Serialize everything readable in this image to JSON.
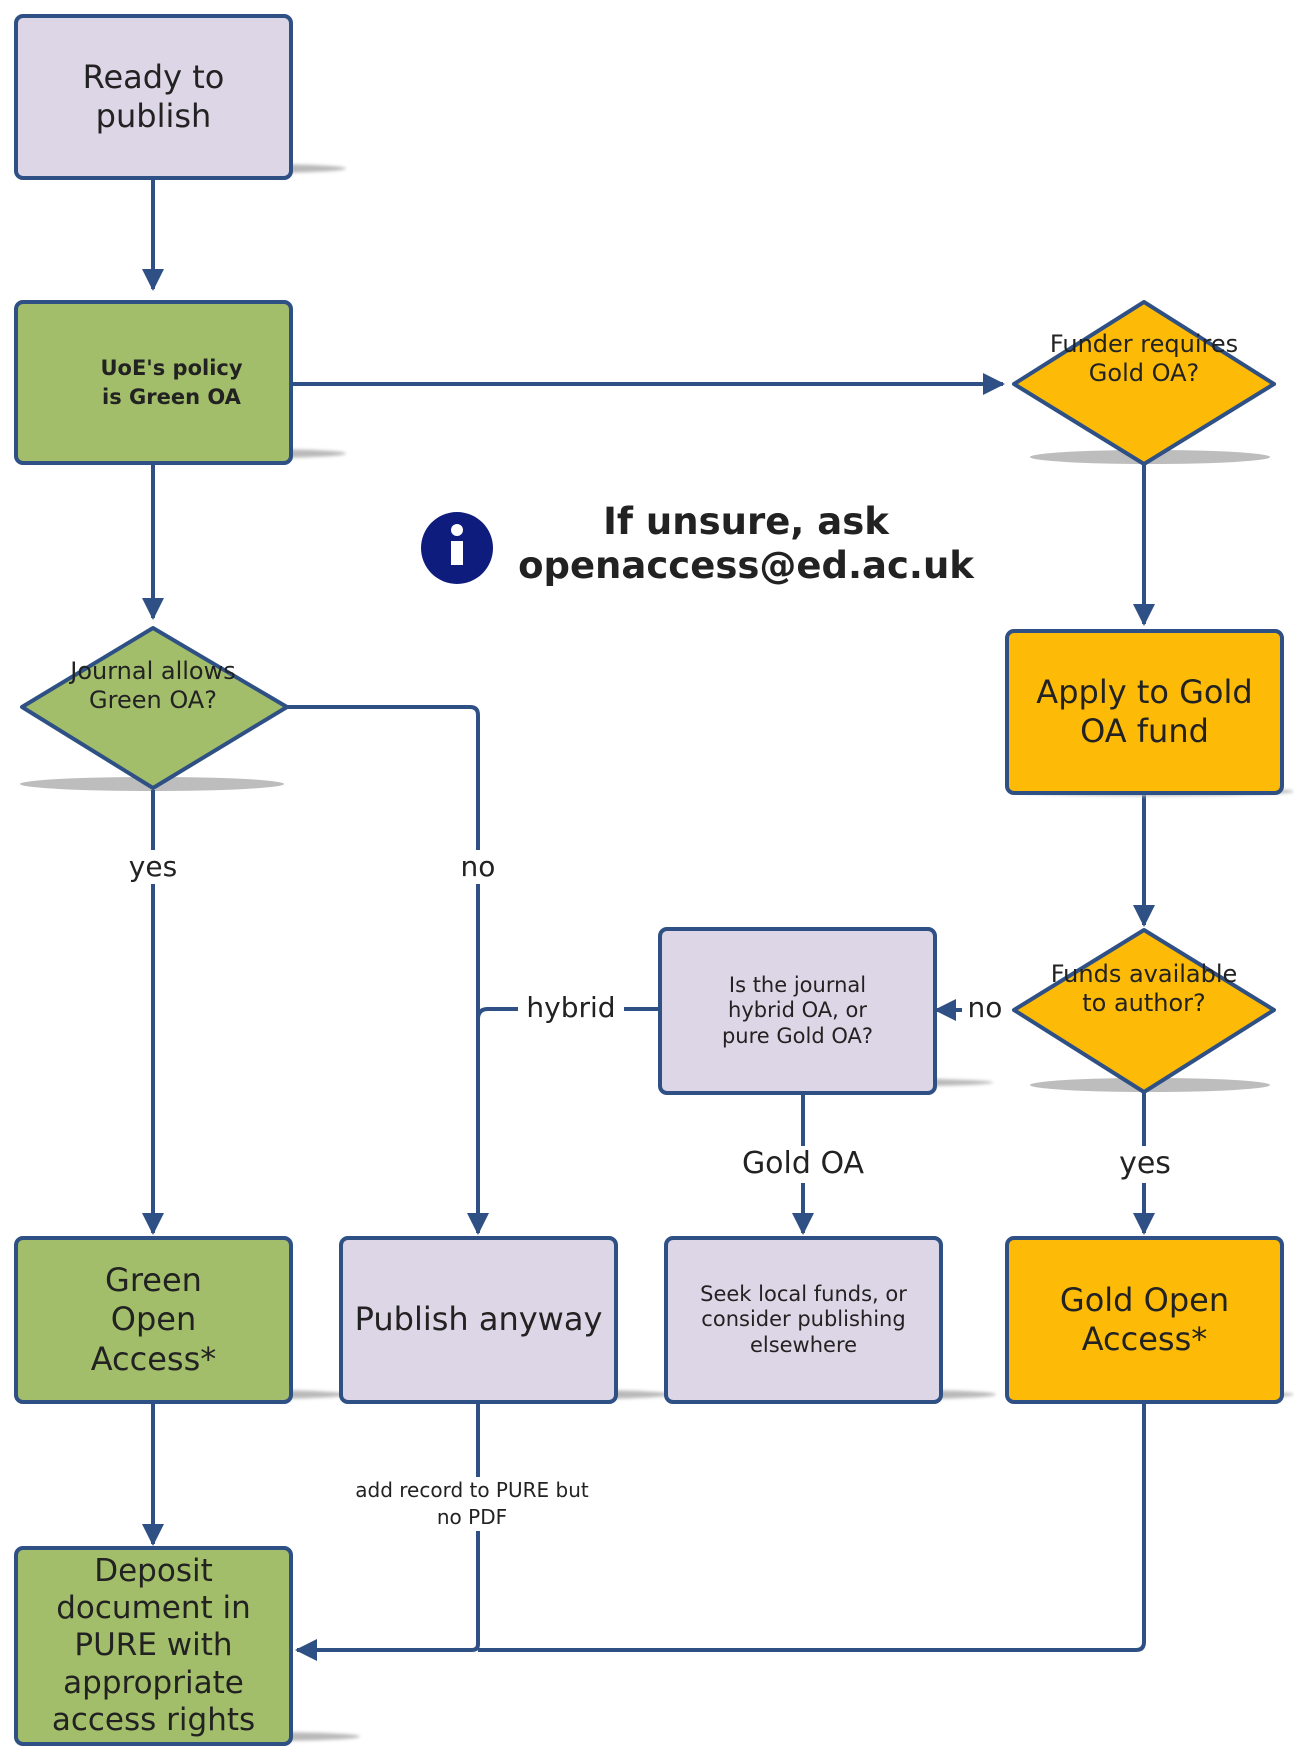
{
  "nodes": {
    "ready": "Ready to publish",
    "policy": "UoE's policy is Green OA",
    "funder": "Funder requires Gold OA?",
    "journal": "Journal allows Green OA?",
    "apply": "Apply to Gold OA fund",
    "funds": "Funds available to author?",
    "hybrid_q": "Is the journal hybrid OA, or pure Gold OA?",
    "green_access": "Green Open Access*",
    "publish_anyway": "Publish anyway",
    "seek_funds": "Seek local funds, or consider publishing elsewhere",
    "gold_access": "Gold Open Access*",
    "deposit": "Deposit document in PURE with appropriate access rights"
  },
  "edge_labels": {
    "yes_left": "yes",
    "no_journal": "no",
    "hybrid": "hybrid",
    "no_funds": "no",
    "gold_oa": "Gold OA",
    "yes_right": "yes",
    "add_record": "add record to PURE but no PDF"
  },
  "notice": {
    "line1": "If unsure, ask",
    "line2": "openaccess@ed.ac.uk"
  },
  "colors": {
    "lavender": "#ddd6e6",
    "green": "#a3be6a",
    "gold": "#fdbb08",
    "border": "#2e5084",
    "info_icon": "#0e1c7e"
  }
}
